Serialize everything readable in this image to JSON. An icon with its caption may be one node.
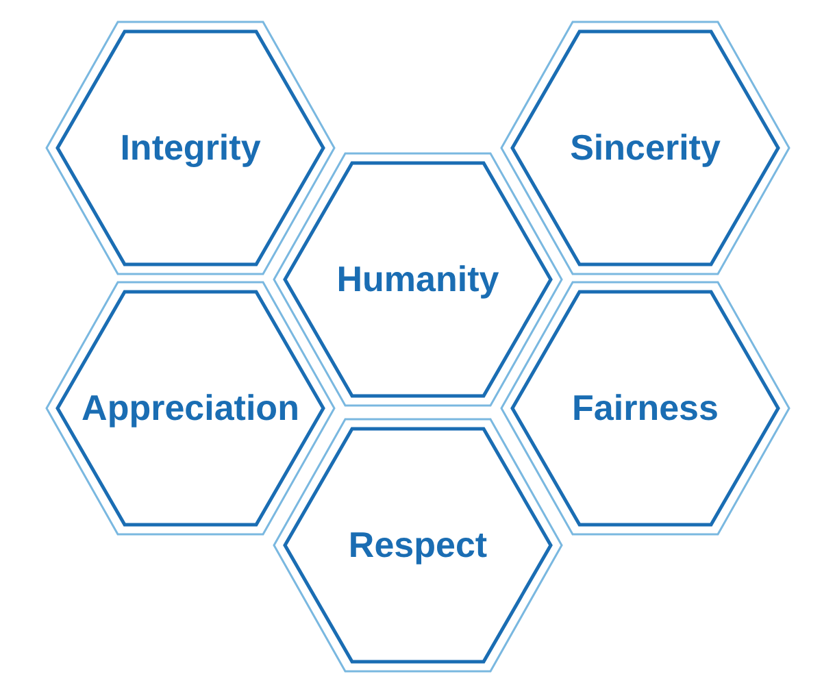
{
  "diagram": {
    "nodes": [
      {
        "text": [
          "Integrity"
        ]
      },
      {
        "text": [
          "Sincerity"
        ]
      },
      {
        "text": [
          "Humanity"
        ]
      },
      {
        "text": [
          "Appreciation"
        ]
      },
      {
        "text": [
          "Fairness"
        ]
      },
      {
        "text": [
          "Respect"
        ]
      }
    ]
  }
}
